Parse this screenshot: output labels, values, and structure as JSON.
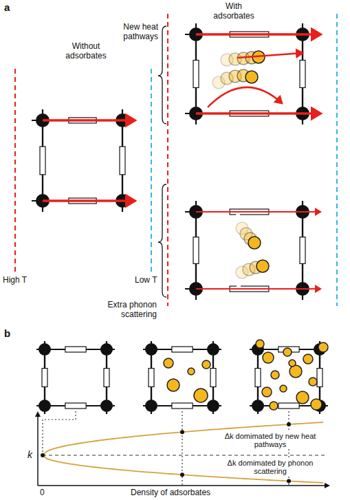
{
  "diagram": {
    "labels": [
      "a",
      "Without adsorbates",
      "With adsorbates",
      "New heat pathways",
      "Extra phonon scattering",
      "High T",
      "Low T",
      "b",
      "k",
      "Δk domimated by new heat pathways",
      "Δk domimated by phonon scattering",
      "0",
      "Density of adsorbates"
    ]
  }
}
